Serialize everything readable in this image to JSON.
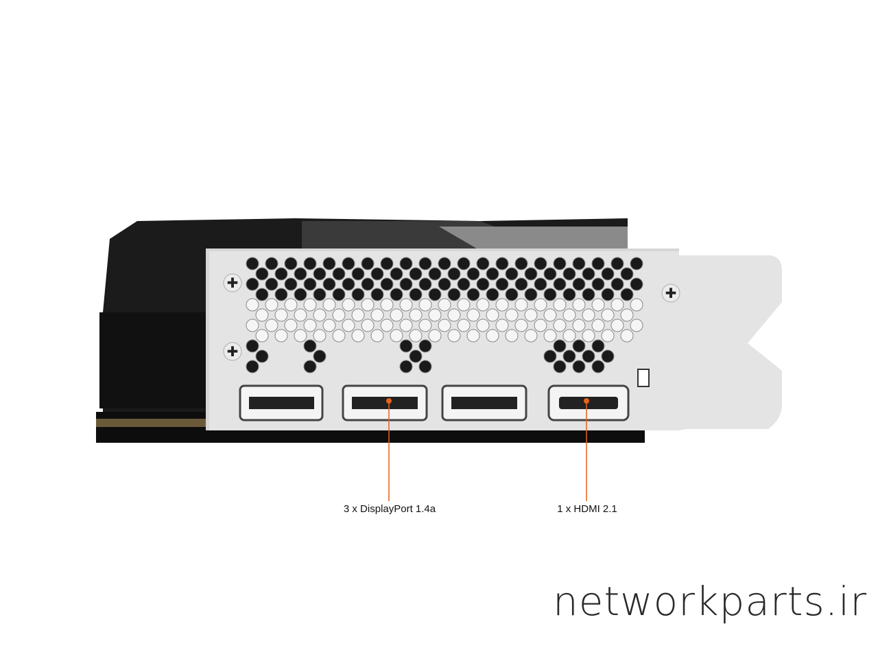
{
  "callouts": {
    "displayport": "3 x DisplayPort 1.4a",
    "hdmi": "1 x HDMI 2.1"
  },
  "watermark": "networkparts.ir",
  "colors": {
    "callout_line": "#e8621a",
    "bracket": "#d9d9d9",
    "shroud": "#1a1a1a"
  }
}
